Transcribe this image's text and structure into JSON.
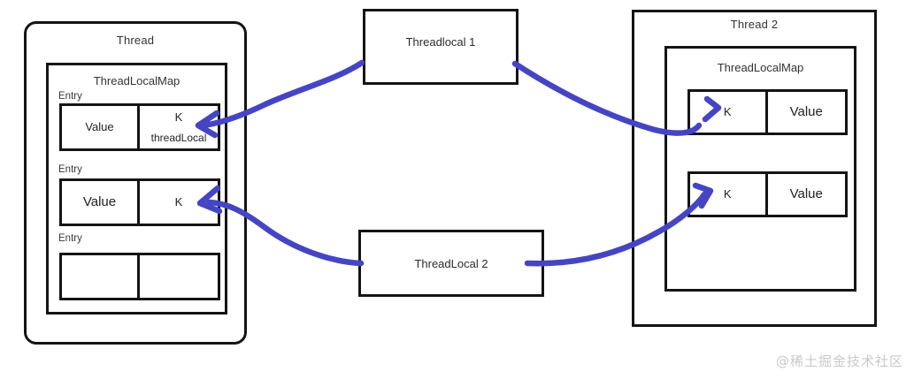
{
  "diagram": {
    "watermark": "@稀土掘金技术社区",
    "arrow_color": "#4545c4",
    "line_color": "#141414",
    "background": "#ffffff"
  },
  "thread1": {
    "title": "Thread",
    "map_title": "ThreadLocalMap",
    "entries": [
      {
        "label": "Entry",
        "left_cell": "Value",
        "right_cell": "K",
        "right_cell_sub": "threadLocal"
      },
      {
        "label": "Entry",
        "left_cell": "Value",
        "right_cell": "K",
        "right_cell_sub": ""
      },
      {
        "label": "Entry",
        "left_cell": "",
        "right_cell": "",
        "right_cell_sub": ""
      }
    ]
  },
  "thread2": {
    "title": "Thread 2",
    "map_title": "ThreadLocalMap",
    "entries": [
      {
        "left_cell": "K",
        "right_cell": "Value"
      },
      {
        "left_cell": "K",
        "right_cell": "Value"
      }
    ]
  },
  "threadlocals": [
    {
      "label": "Threadlocal 1"
    },
    {
      "label": "ThreadLocal 2"
    }
  ]
}
